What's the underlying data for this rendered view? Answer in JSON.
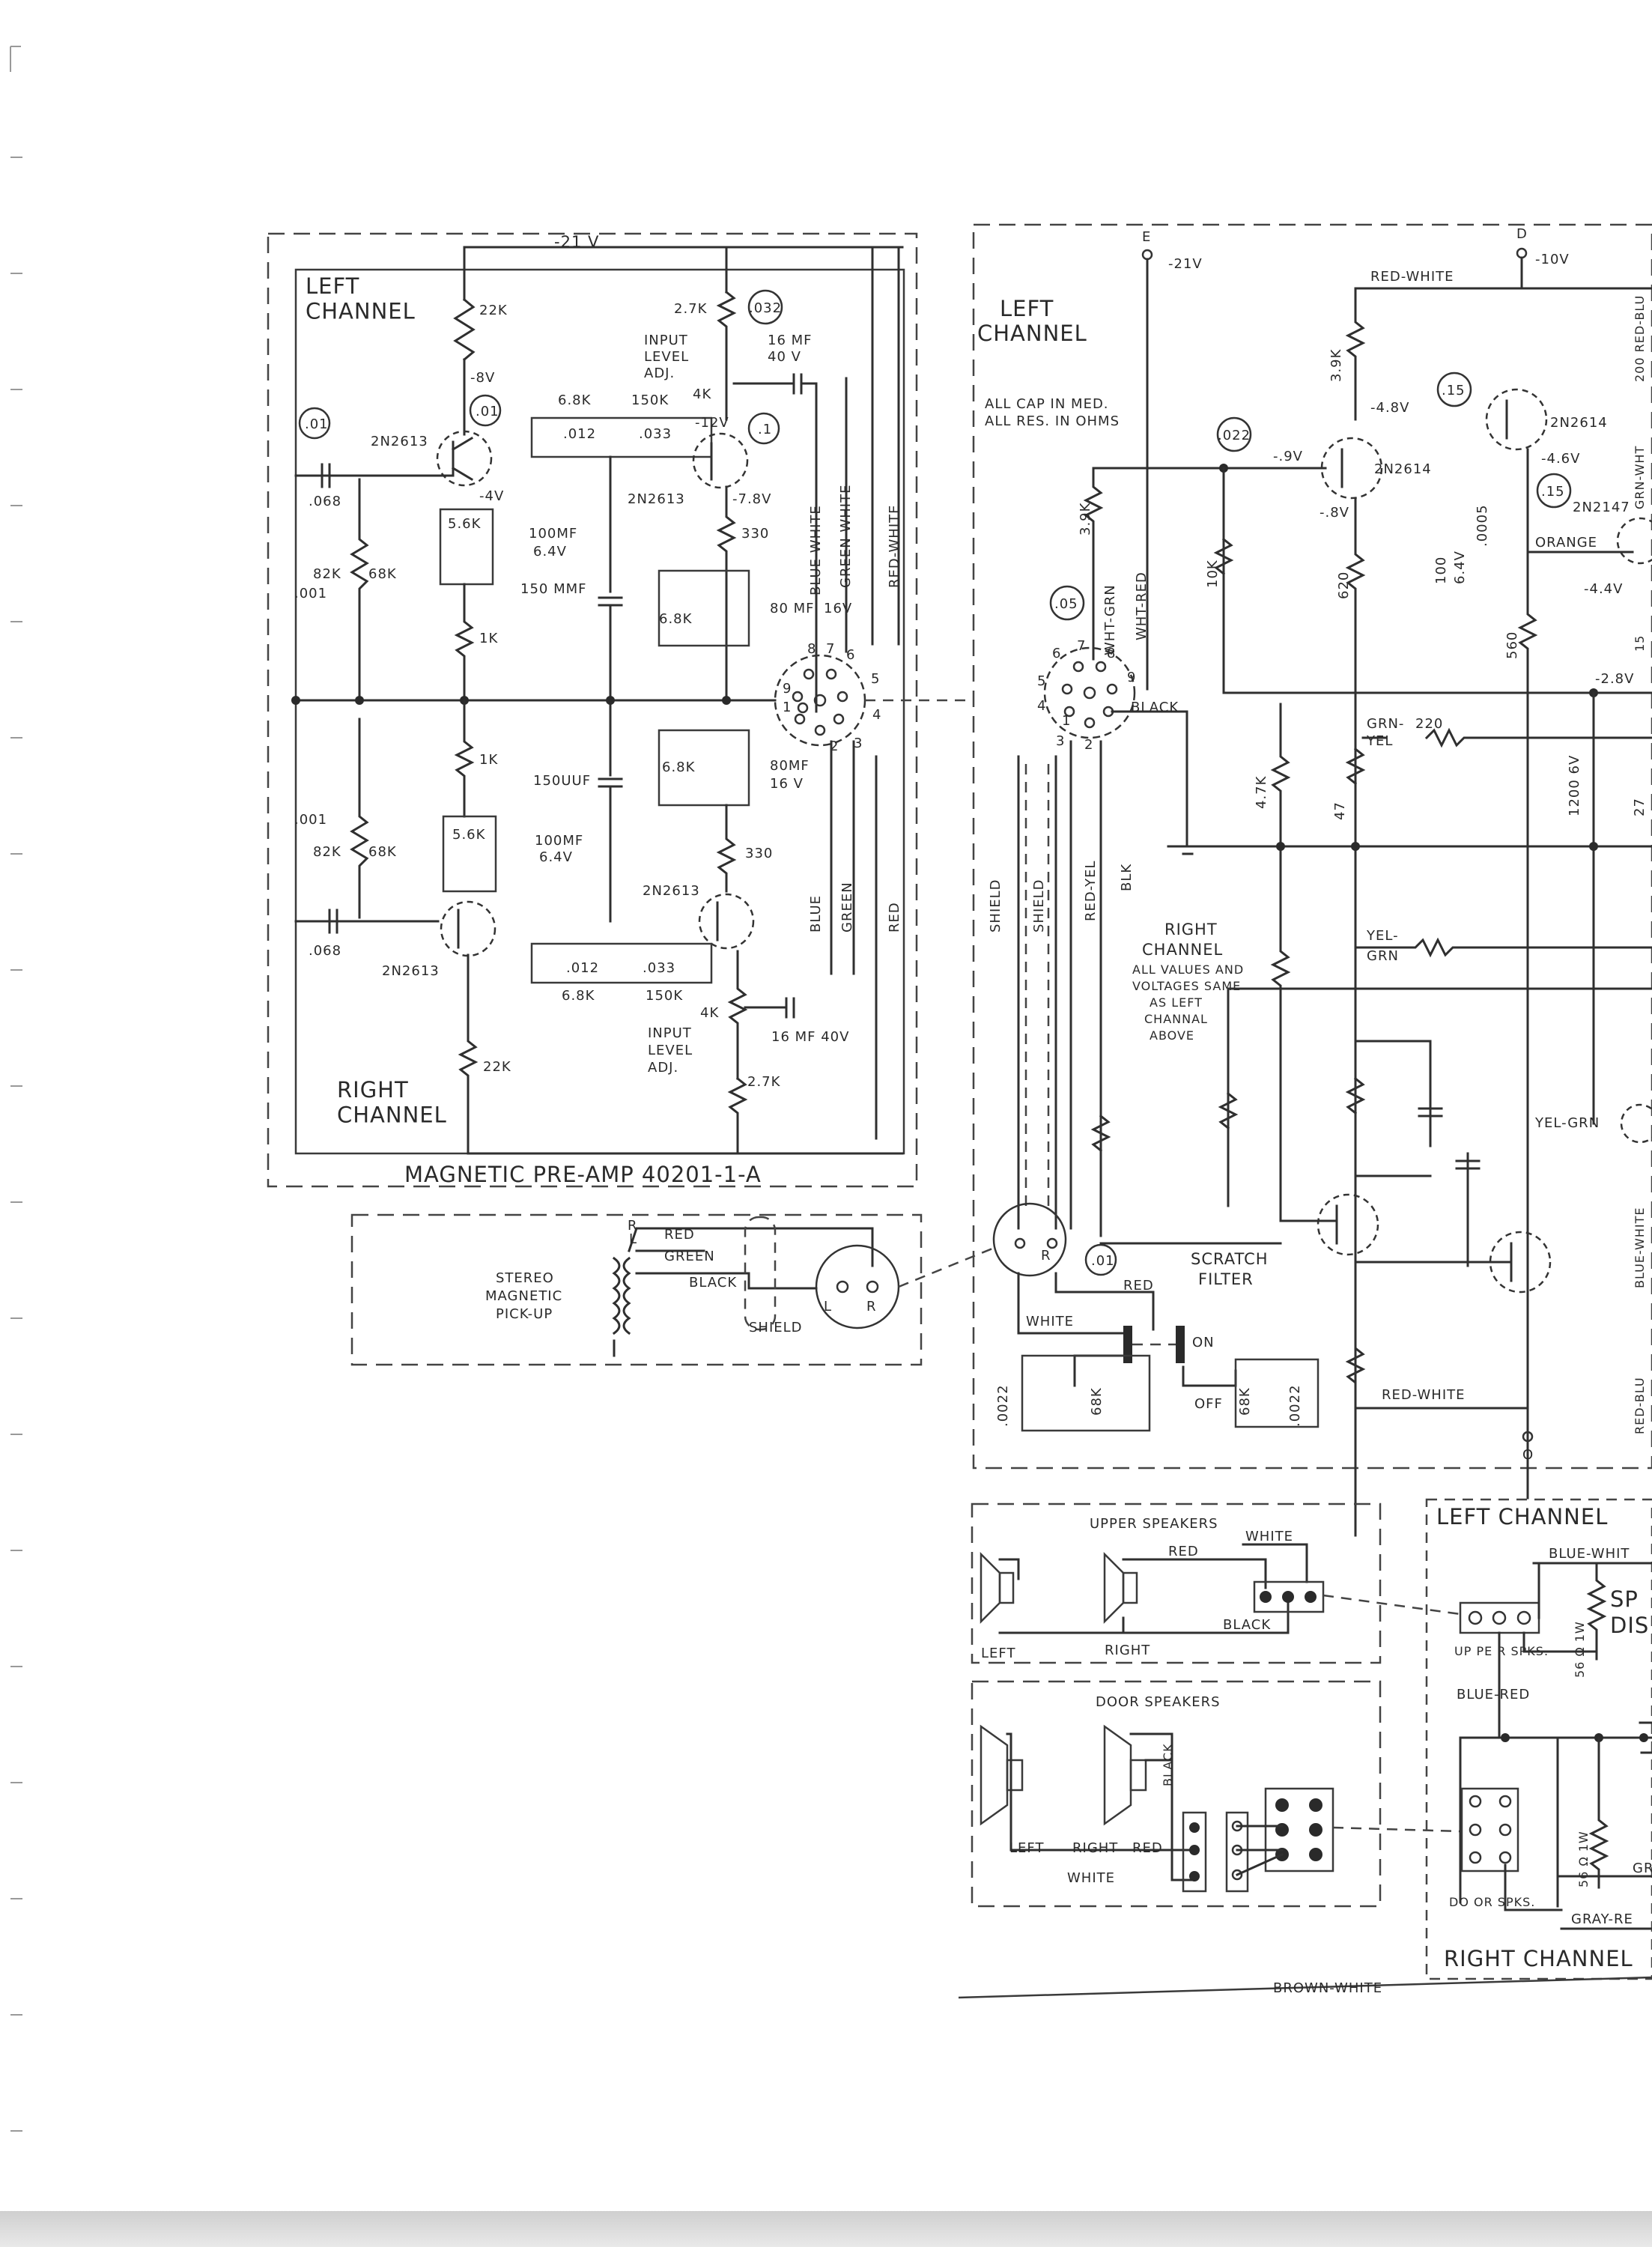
{
  "preamp": {
    "title": "MAGNETIC PRE-AMP 40201-1-A",
    "supply": "-21 V",
    "left_channel": "LEFT\nCHANNEL",
    "right_channel": "RIGHT\nCHANNEL",
    "labels": {
      "r22k": "22K",
      "v8": "-8V",
      "ref01a": ".01",
      "ref01b": ".01",
      "q1": "2N2613",
      "v4": "-4V",
      "c068a": ".068",
      "r56k": "5.6K",
      "c100mf": "100MF",
      "c64v": "6.4V",
      "r82k": "82K",
      "r68k": "68K",
      "c001": ".001",
      "r1k": "1K",
      "r27k": "2.7K",
      "ref032": ".032",
      "input": "INPUT",
      "level": "LEVEL",
      "adj": "ADJ.",
      "c16mf": "16 MF",
      "c40v": "40 V",
      "r4k": "4K",
      "r68kb": "6.8K",
      "r150k": "150K",
      "c012": ".012",
      "c033": ".033",
      "v12": "-12V",
      "ref1": ".1",
      "q2": "2N2613",
      "v78": "-7.8V",
      "r330": "330",
      "c150mmf": "150 MMF",
      "r68kc": "6.8K",
      "c80mf": "80 MF",
      "c16v": "16V",
      "c150uuf": "150UUF",
      "r68kd": "6.8K",
      "c80mfb": "80MF",
      "c16vb": "16 V",
      "r1kb": "1K",
      "c001b": ".001",
      "r82kb": "82K",
      "r68kbb": "68K",
      "r56kb": "5.6K",
      "c100mfb": "100MF",
      "c64vb": "6.4V",
      "r330b": "330",
      "q3": "2N2613",
      "c068b": ".068",
      "q4": "2N2613",
      "c012b": ".012",
      "c033b": ".033",
      "r68ke": "6.8K",
      "r150kb": "150K",
      "r4kb": "4K",
      "c16mf40v": "16 MF 40V",
      "input2": "INPUT",
      "level2": "LEVEL",
      "adj2": "ADJ.",
      "r27kb": "2.7K",
      "r22kb": "22K",
      "wire_blue_white": "BLUE-WHITE",
      "wire_green_white": "GREEN-WHITE",
      "wire_red_white": "RED-WHITE",
      "wire_blue": "BLUE",
      "wire_green": "GREEN",
      "wire_red": "RED",
      "pin8": "8",
      "pin7": "7",
      "pin6": "6",
      "pin5": "5",
      "pin9": "9",
      "pin1": "1",
      "pin4": "4",
      "pin2": "2",
      "pin3": "3"
    }
  },
  "pickup": {
    "title": "STEREO\nMAGNETIC\nPICK-UP",
    "red": "RED",
    "green": "GREEN",
    "black": "BLACK",
    "shield": "SHIELD",
    "r": "R",
    "l": "L",
    "jl": "L",
    "jr": "R"
  },
  "amp": {
    "left_channel": "LEFT\nCHANNEL",
    "note": "ALL CAP IN MED.\nALL RES. IN OHMS",
    "e": "E",
    "v21": "-21V",
    "d": "D",
    "v10": "-10V",
    "red_white": "RED-WHITE",
    "r39k": "3.9K",
    "v48": "-4.8V",
    "ref15a": ".15",
    "q_2n2614a": "2N2614",
    "ref022": ".022",
    "v9": "-.9V",
    "q_2n2614b": "2N2614",
    "v46": "-4.6V",
    "ref15b": ".15",
    "q_2n2147": "2N2147",
    "orange": "ORANGE",
    "v44": "-4.4V",
    "v8": "-.8V",
    "r620": "620",
    "c100": "100",
    "c64v": "6.4V",
    "c0005": ".0005",
    "r560": "560",
    "v28": "-2.8V",
    "r39kb": "3.9K",
    "wht_grn": "WHT-GRN",
    "wht_red": "WHT-RED",
    "r10k": "10K",
    "ref05": ".05",
    "black": "BLACK",
    "grn": "GRN-",
    "r220": "220",
    "yel": "YEL",
    "c1200": "1200 6V",
    "r47k": "4.7K",
    "r47": "47",
    "r27": "27",
    "red_yel": "RED-YEL",
    "blk": "BLK",
    "shield1": "SHIELD",
    "shield2": "SHIELD",
    "right_channel": "RIGHT\nCHANNEL\nALL VALUES AND\nVOLTAGES SAME\nAS LEFT\nCHANNAL\nABOVE",
    "yel_grn": "YEL-\nGRN",
    "yel_grn2": "YEL-GRN",
    "scratch": "SCRATCH\nFILTER",
    "ref01": ".01",
    "red": "RED",
    "white": "WHITE",
    "on": "ON",
    "off": "OFF",
    "c0022a": ".0022",
    "r68ka": "68K",
    "r68kb": "68K",
    "c0022b": ".0022",
    "red_white2": "RED-WHITE",
    "o": "O",
    "jr": "R",
    "blu_w": "BLUE-WHITE",
    "red_blu": "RED-BLU",
    "grn_wht": "GRN-WHT",
    "red_blu_top": "200 RED-BLU",
    "pin6": "6",
    "pin7": "7",
    "pin8": "8",
    "pin5": "5",
    "pin9": "9",
    "pin4": "4",
    "pin3": "3",
    "pin2": "2",
    "pin1": "1",
    "r15": "15"
  },
  "upper_speakers": {
    "title": "UPPER SPEAKERS",
    "white": "WHITE",
    "red": "RED",
    "black": "BLACK",
    "left": "LEFT",
    "right": "RIGHT"
  },
  "door_speakers": {
    "title": "DOOR SPEAKERS",
    "left": "LEFT",
    "right": "RIGHT",
    "red": "RED",
    "black": "BLACK",
    "white": "WHITE"
  },
  "speaker_switch": {
    "left_channel": "LEFT CHANNEL",
    "blue_white": "BLUE-WHIT",
    "sp": "SP",
    "dis": "DIS",
    "upper": "UP PE R SPKS.",
    "r56a": "56 Ω 1W",
    "blue_red": "BLUE-RED",
    "r56b": "56 Ω 1W",
    "door": "DO OR SPKS.",
    "gr": "GR",
    "gray_red": "GRAY-RE",
    "right_channel": "RIGHT CHANNEL",
    "brown_white": "BROWN-WHITE"
  }
}
